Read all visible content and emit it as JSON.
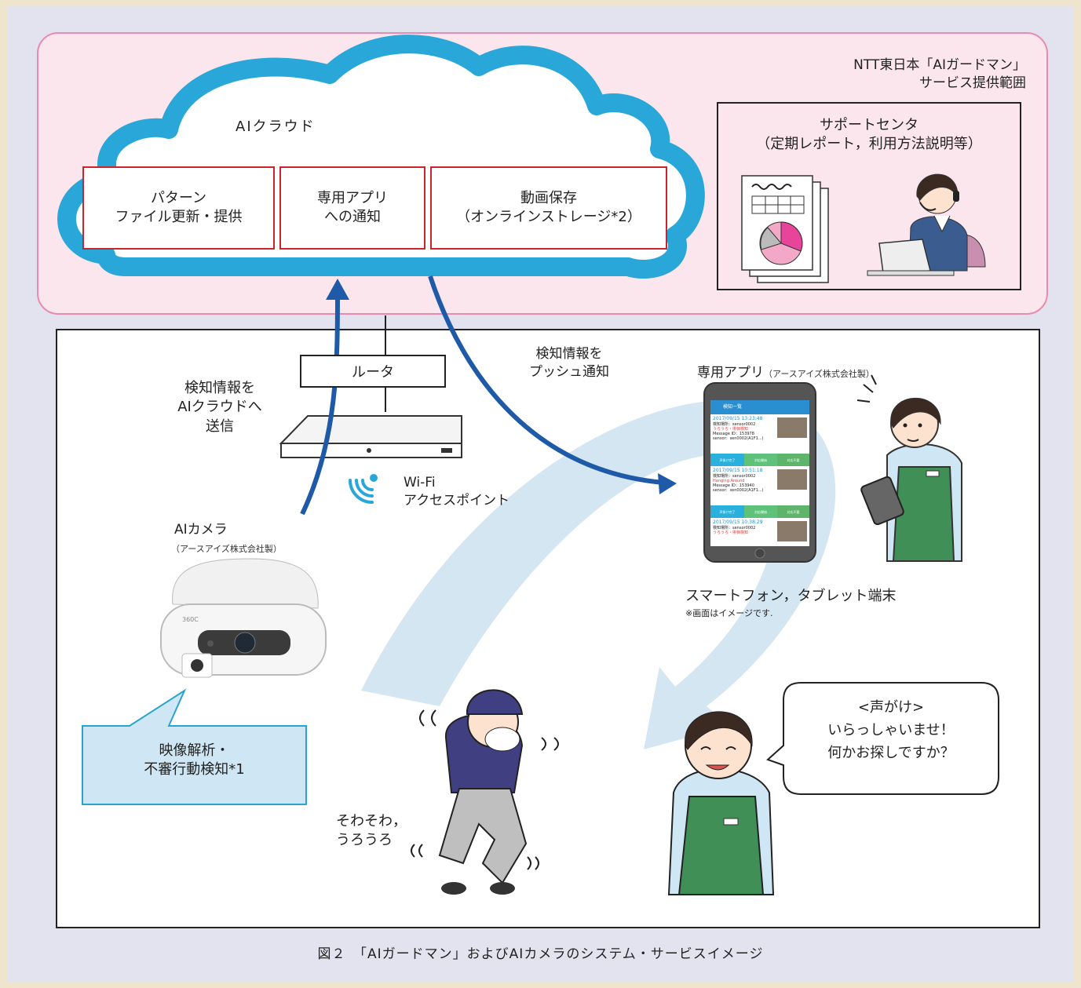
{
  "scope_label": "NTT東日本「AIガードマン」\nサービス提供範囲",
  "cloud": {
    "title": "AIクラウド",
    "boxes": [
      {
        "label": "パターン\nファイル更新・提供"
      },
      {
        "label": "専用アプリ\nへの通知"
      },
      {
        "label": "動画保存\n（オンラインストレージ*2）"
      }
    ]
  },
  "support": {
    "title": "サポートセンタ\n（定期レポート，利用方法説明等）"
  },
  "router_label": "ルータ",
  "send_label": "検知情報を\nAIクラウドへ\n送信",
  "push_label": "検知情報を\nプッシュ通知",
  "wifi_label": "Wi-Fi\nアクセスポイント",
  "camera": {
    "title": "AIカメラ",
    "maker": "（アースアイズ株式会社製）",
    "device_text": "360C",
    "callout": "映像解析・\n不審行動検知*1"
  },
  "app": {
    "title": "専用アプリ",
    "maker": "（アースアイズ株式会社製）",
    "device_caption": "スマートフォン，タブレット端末",
    "note": "※画面はイメージです.",
    "screen": {
      "header": "検知一覧",
      "entries": [
        {
          "time": "2017/09/15 13:23:48",
          "line1": "検知場所：sensor0002",
          "alert": "うろうろ・徘徊検知",
          "line3": "Message ID：153978",
          "line4": "sensor：sen0002(A1F1...)"
        },
        {
          "time": "2017/09/15 10:51:18",
          "line1": "検知場所：sensor0002",
          "alert": "Hanging Around",
          "line3": "Message ID：153940",
          "line4": "sensor：sen0002(A1F1...)"
        },
        {
          "time": "2017/09/15 10:38:29",
          "line1": "検知場所：sensor0002",
          "alert": "うろうろ・徘徊検知",
          "line3": "",
          "line4": ""
        }
      ],
      "buttons": [
        "声掛け完了",
        "対応開始",
        "対応不要"
      ]
    }
  },
  "suspect_label": "そわそわ，\nうろうろ",
  "speech": "<声がけ>\nいらっしゃいませ！\n何かお探しですか？",
  "caption": "図２　「AIガードマン」およびAIカメラのシステム・サービスイメージ",
  "colors": {
    "page": "#e2e3ef",
    "scope_bg": "#fbe6ee",
    "scope_border": "#e98bb0",
    "cloud_fill": "#28a7d8",
    "red_box": "#c8252f",
    "arrow": "#1f5aa8",
    "big_arrow": "#cfe3f1",
    "callout_bg": "#cfe7f4",
    "callout_border": "#2ba3cf",
    "apron": "#3f8f57"
  }
}
